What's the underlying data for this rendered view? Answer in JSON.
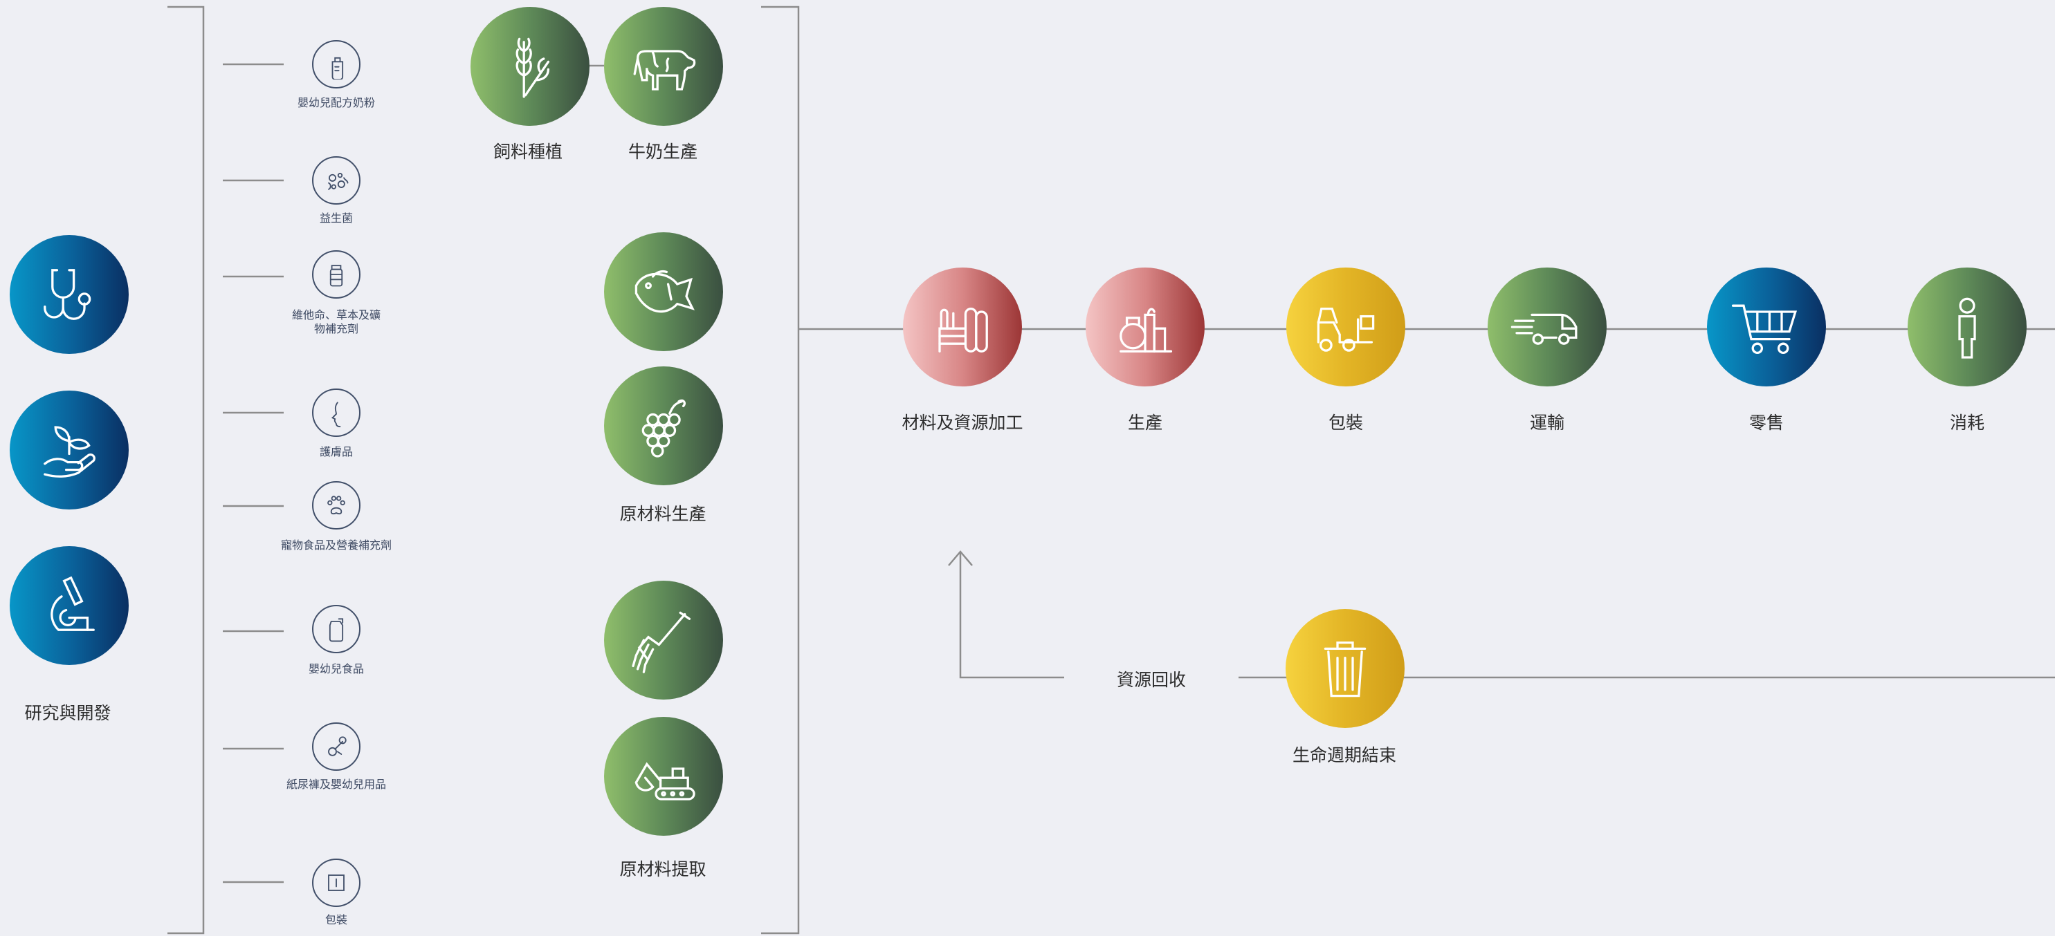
{
  "research": {
    "label": "研究與開發"
  },
  "products": [
    {
      "label": "嬰幼兒配方奶粉",
      "icon": "baby-bottle-icon"
    },
    {
      "label": "益生菌",
      "icon": "probiotic-bacteria-icon"
    },
    {
      "label": "維他命、草本及礦物補充劑",
      "icon": "supplement-bottle-icon"
    },
    {
      "label": "護膚品",
      "icon": "face-profile-icon"
    },
    {
      "label": "寵物食品及營養補充劑",
      "icon": "paw-print-icon"
    },
    {
      "label": "嬰幼兒食品",
      "icon": "baby-food-pouch-icon"
    },
    {
      "label": "紙尿褲及嬰幼兒用品",
      "icon": "pacifier-icon"
    },
    {
      "label": "包裝",
      "icon": "box-icon"
    }
  ],
  "raw": {
    "feed": "飼料種植",
    "milk": "牛奶生產",
    "production": "原材料生產",
    "extraction": "原材料提取"
  },
  "chain": [
    {
      "label": "材料及資源加工",
      "icon": "factory-icon"
    },
    {
      "label": "生產",
      "icon": "chemical-plant-icon"
    },
    {
      "label": "包裝",
      "icon": "forklift-icon"
    },
    {
      "label": "運輸",
      "icon": "delivery-van-icon"
    },
    {
      "label": "零售",
      "icon": "shopping-cart-icon"
    },
    {
      "label": "消耗",
      "icon": "person-icon"
    }
  ],
  "recycle": {
    "label": "資源回收"
  },
  "eol": {
    "label": "生命週期結束",
    "icon": "trash-bin-icon"
  },
  "colors": {
    "line": "#8c8c8c",
    "blue": "#0a5f98",
    "green": "#5e8a58",
    "red": "#d88686",
    "yellow": "#e3b526"
  }
}
